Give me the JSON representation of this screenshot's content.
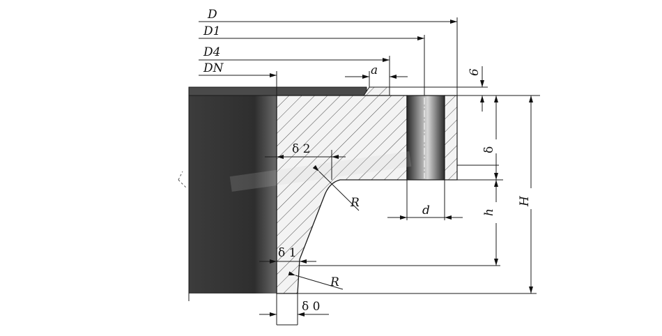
{
  "drawing": {
    "colors": {
      "pipe_dark": "#3a3a3a",
      "hatch": "#555555",
      "section_fill": "#f2f2f2",
      "line": "#1a1a1a"
    }
  },
  "labels": {
    "D": "D",
    "D1": "D1",
    "D4": "D4",
    "DN": "DN",
    "a": "a",
    "six": "6",
    "delta": "δ",
    "H": "H",
    "h": "h",
    "d": "d",
    "delta2": "δ 2",
    "R_top": "R",
    "delta1": "δ 1",
    "R_bottom": "R",
    "delta0": "δ 0"
  }
}
